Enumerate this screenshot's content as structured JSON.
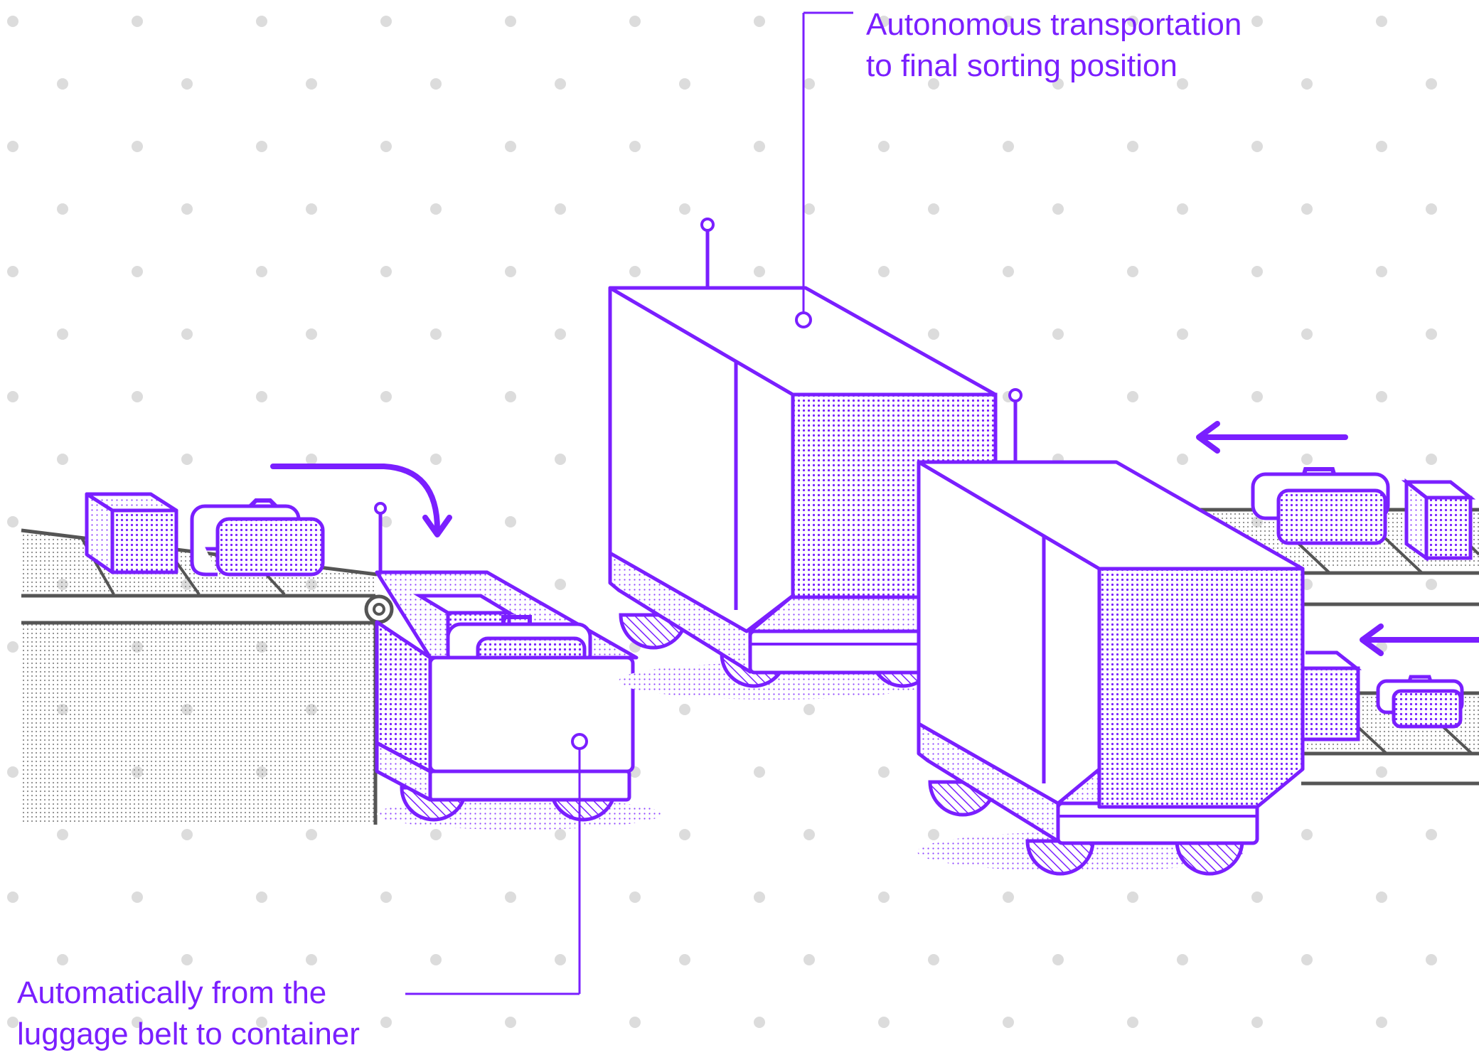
{
  "colors": {
    "accent": "#7a1fff",
    "belt_stroke": "#555555",
    "dot_grid": "#dcdcdc",
    "background": "#ffffff"
  },
  "callouts": {
    "top": {
      "line1": "Autonomous transportation",
      "line2": "to final sorting position"
    },
    "bottom": {
      "line1": "Automatically from the",
      "line2": "luggage belt to container"
    }
  },
  "icons": {
    "curved_arrow": "curved-down-arrow-icon",
    "left_arrow_upper": "left-arrow-icon",
    "left_arrow_lower": "left-arrow-icon"
  }
}
